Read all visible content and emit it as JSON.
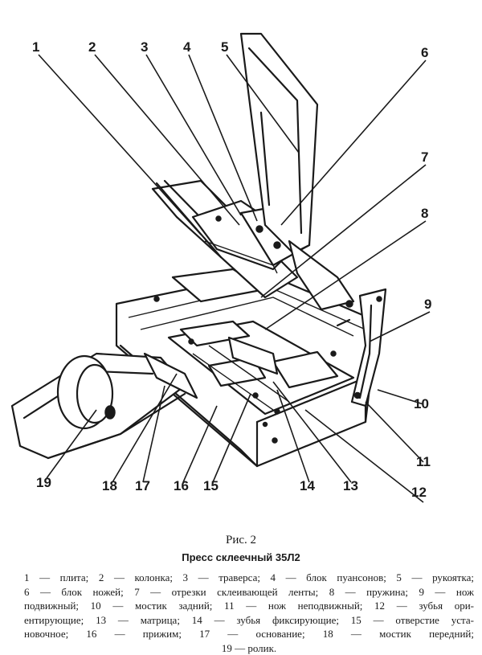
{
  "figure": {
    "callouts": [
      "1",
      "2",
      "3",
      "4",
      "5",
      "6",
      "7",
      "8",
      "9",
      "10",
      "11",
      "12",
      "13",
      "14",
      "15",
      "16",
      "17",
      "18",
      "19"
    ]
  },
  "caption": {
    "label": "Рис. 2",
    "title": "Пресс склеечный 35Л2",
    "legend_lines": [
      "1 — плита; 2 — колонка; 3 — траверса; 4 — блок пуансонов; 5 — рукоятка;",
      "6 — блок ножей; 7 — отрезки склеивающей ленты; 8 — пружина; 9 — нож",
      "подвижный; 10 — мостик задний; 11 — нож неподвижный; 12 — зубья ори-",
      "ентирующие; 13 — матрица; 14 — зубья фиксирующие; 15 — отверстие уста-",
      "новочное; 16 — прижим; 17 — основание; 18 — мостик передний;",
      "19 — ролик."
    ]
  }
}
